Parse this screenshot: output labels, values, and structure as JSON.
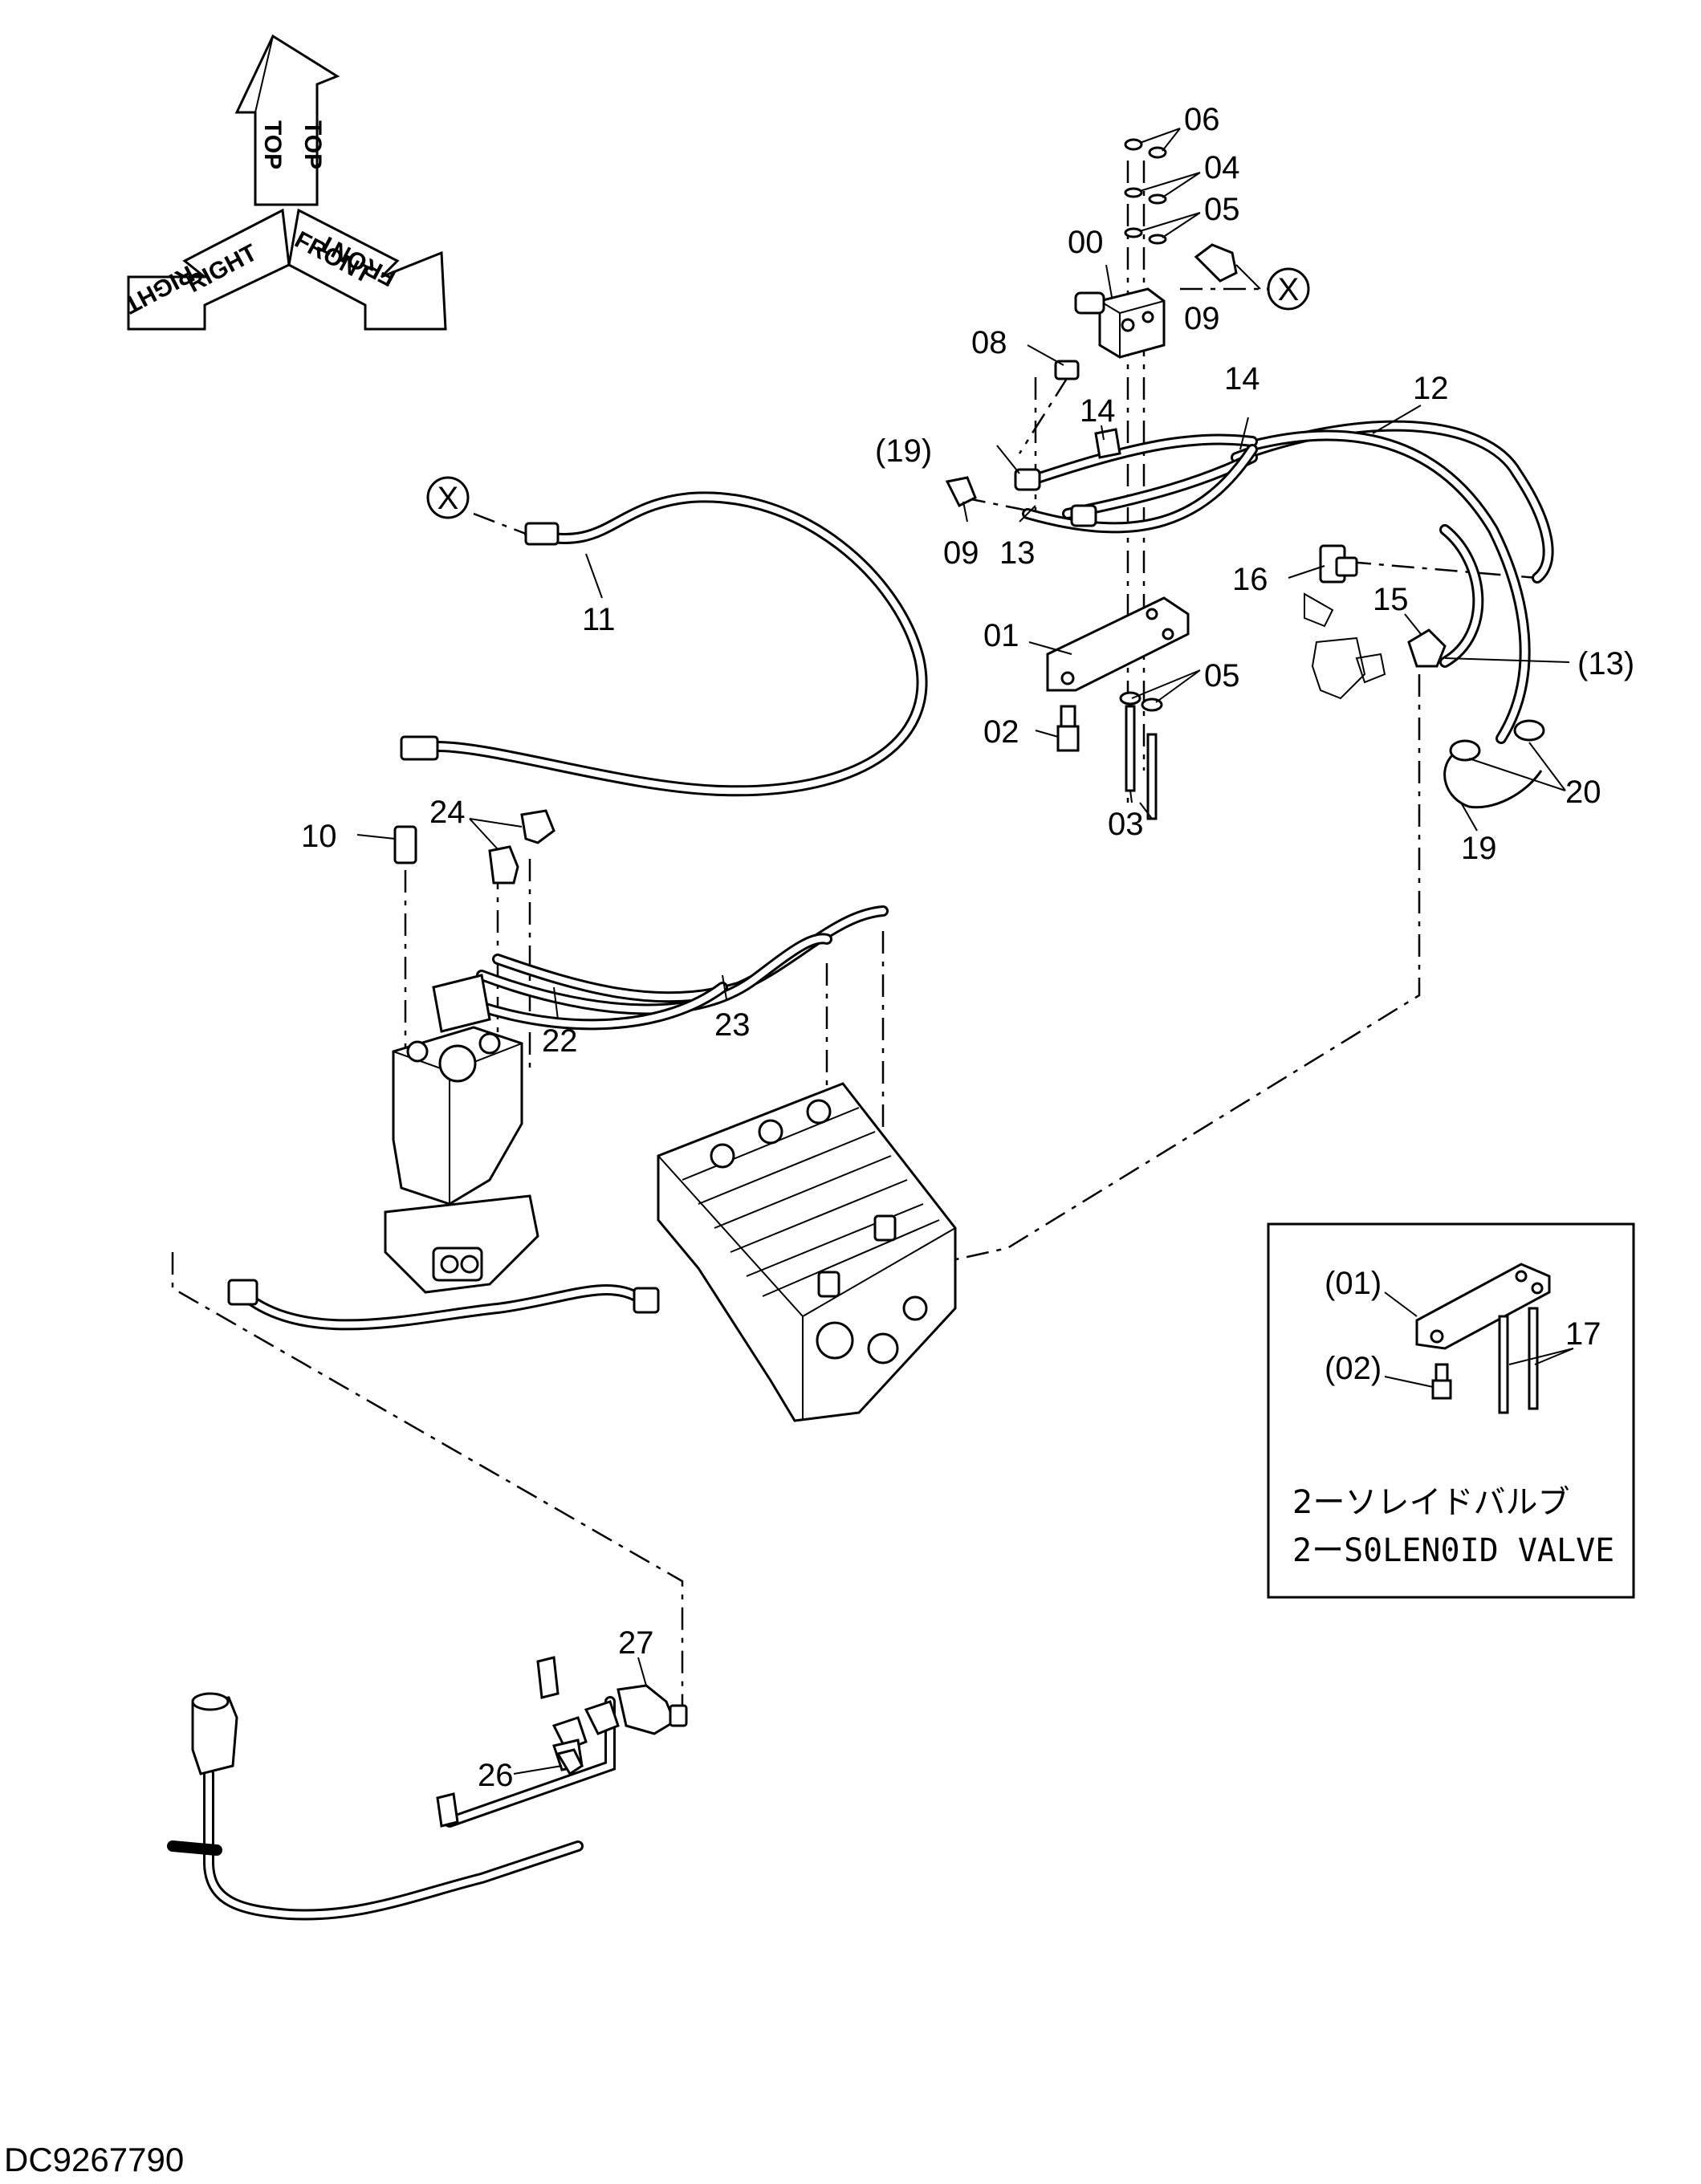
{
  "orientation": {
    "top": "TOP",
    "right": "RIGHT",
    "front": "FRONT"
  },
  "callouts": {
    "c00": "00",
    "c01": "01",
    "c02": "02",
    "c03": "03",
    "c04": "04",
    "c05a": "05",
    "c05b": "05",
    "c06": "06",
    "c08": "08",
    "c09a": "09",
    "c09b": "09",
    "c10": "10",
    "c11": "11",
    "c12": "12",
    "c13": "13",
    "c13p": "(13)",
    "c14a": "14",
    "c14b": "14",
    "c15": "15",
    "c16": "16",
    "c19": "19",
    "c19p": "(19)",
    "c20": "20",
    "c22": "22",
    "c23": "23",
    "c24": "24",
    "c26": "26",
    "c27": "27",
    "x1": "X",
    "x2": "X"
  },
  "inset": {
    "c01p": "(01)",
    "c02p": "(02)",
    "c17": "17",
    "caption_jp": "2ーソレイドバルブ",
    "caption_en": "2ーS0LEN0ID VALVE"
  },
  "drawing_code": "DC9267790"
}
